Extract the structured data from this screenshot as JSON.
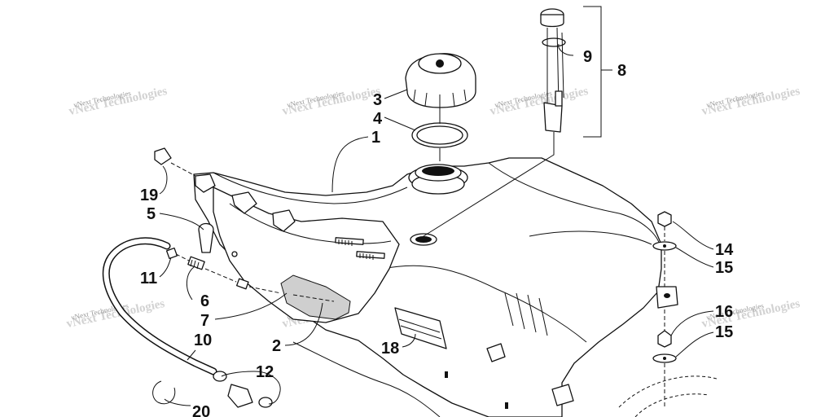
{
  "callouts": {
    "c1": "1",
    "c2": "2",
    "c3": "3",
    "c4": "4",
    "c5": "5",
    "c6": "6",
    "c7": "7",
    "c8": "8",
    "c9": "9",
    "c10": "10",
    "c11": "11",
    "c12": "12",
    "c14": "14",
    "c15a": "15",
    "c15b": "15",
    "c16": "16",
    "c18": "18",
    "c19": "19",
    "c20": "20"
  },
  "watermark": {
    "text": "vNext Technologies"
  },
  "colors": {
    "line": "#111111",
    "watermark": "#9a9a9a",
    "background": "#ffffff"
  }
}
